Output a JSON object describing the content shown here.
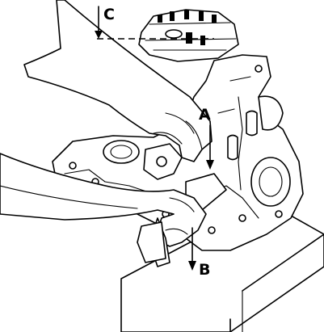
{
  "diagram": {
    "callouts": [
      {
        "id": "A",
        "text": "A"
      },
      {
        "id": "B",
        "text": "B"
      },
      {
        "id": "C",
        "text": "C"
      }
    ],
    "colors": {
      "ink": "#000000",
      "paper": "#ffffff"
    }
  }
}
